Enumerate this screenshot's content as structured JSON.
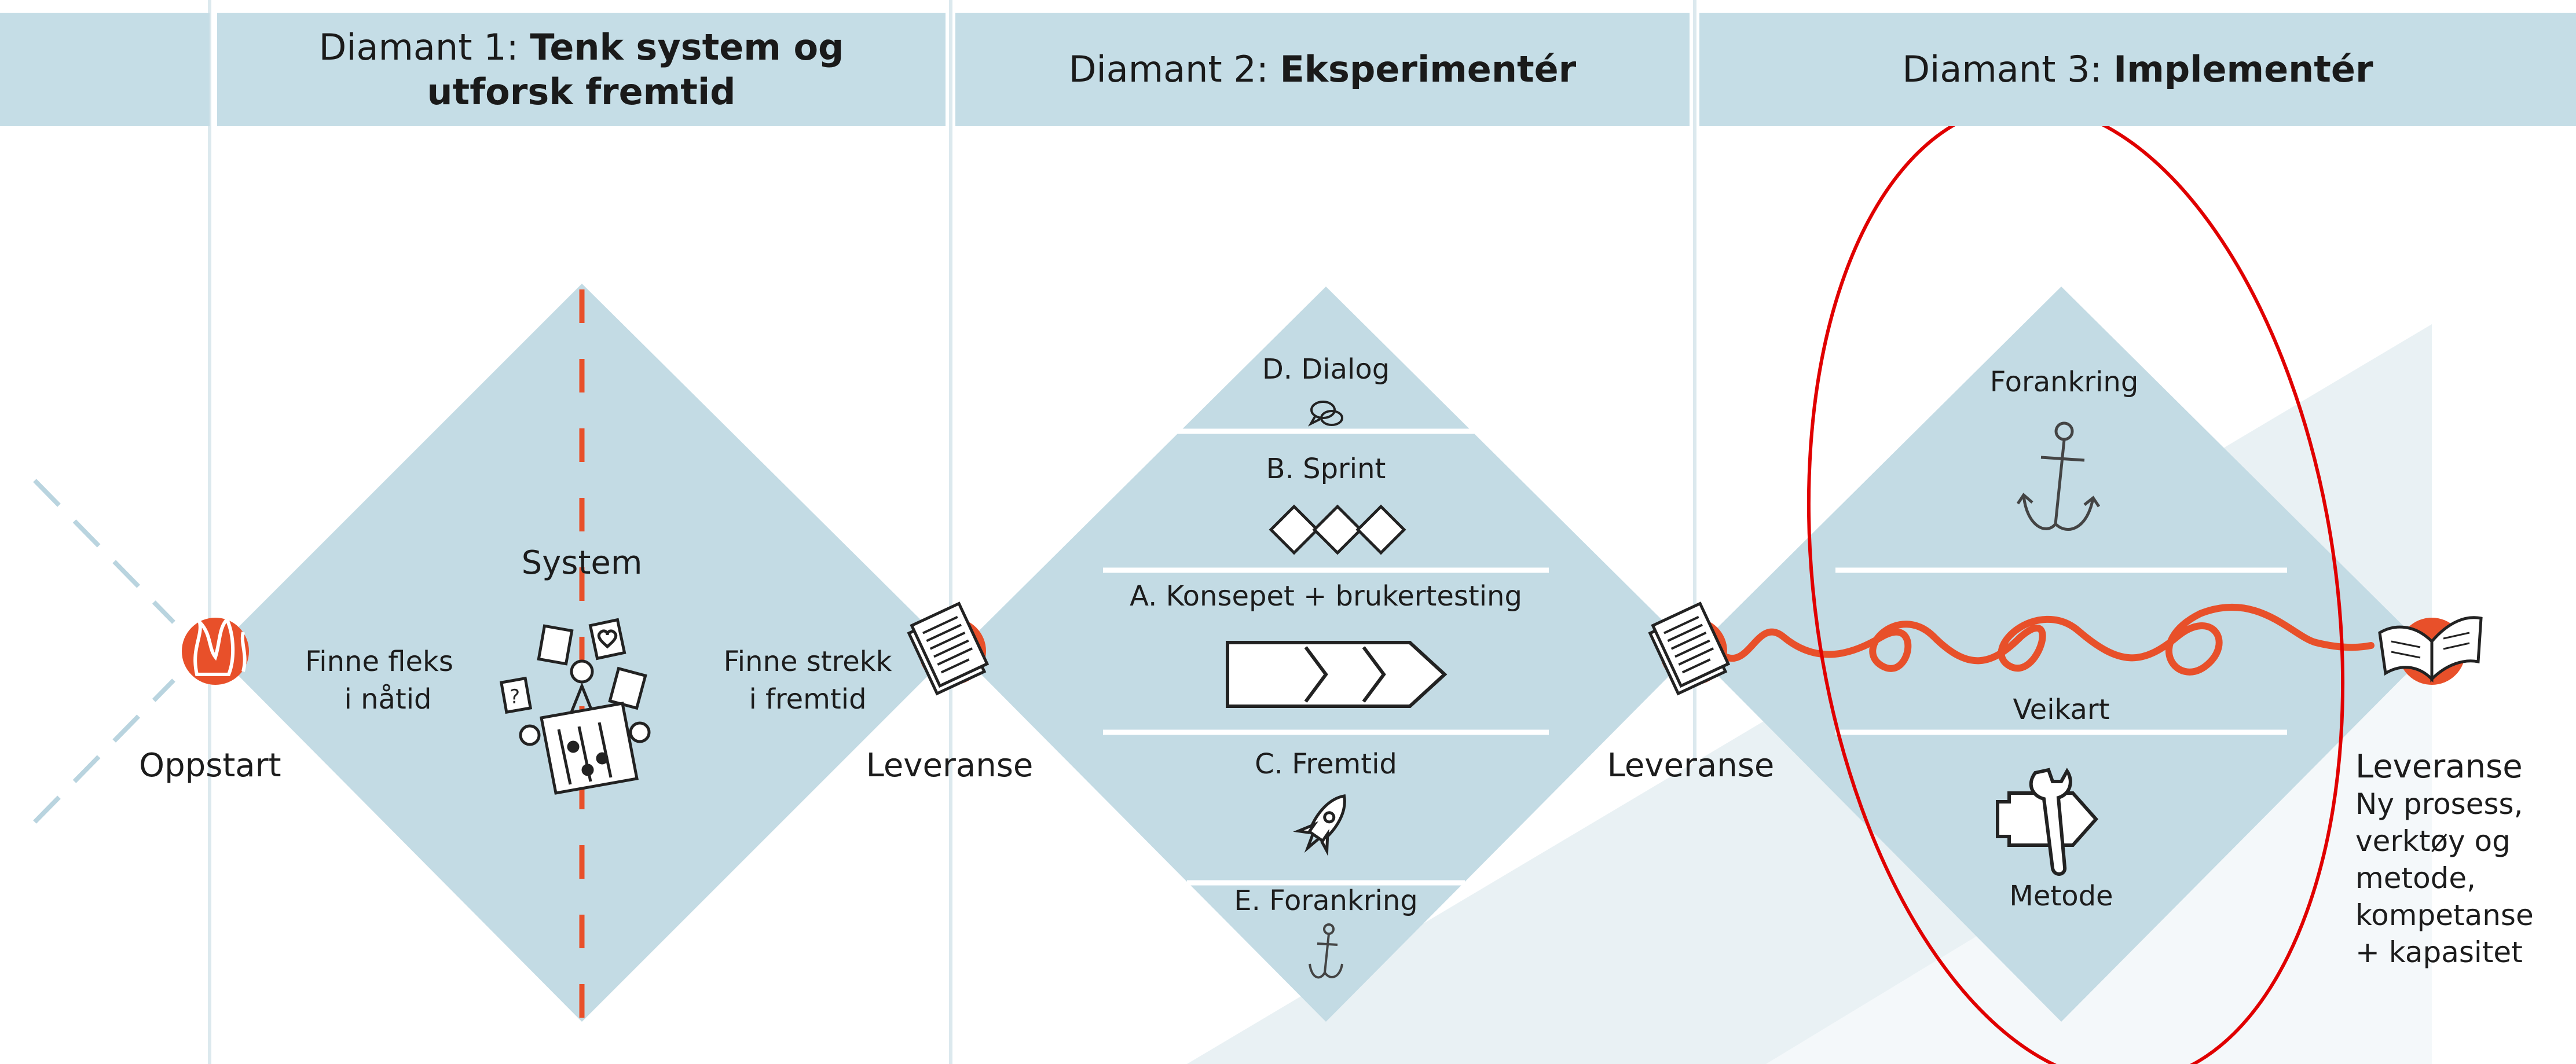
{
  "headers": {
    "diamond1": {
      "prefix": "Diamant 1: ",
      "bold_line1": "Tenk system og",
      "bold_line2": "utforsk fremtid"
    },
    "diamond2": {
      "prefix": "Diamant 2: ",
      "bold": "Eksperimentér"
    },
    "diamond3": {
      "prefix": "Diamant 3: ",
      "bold": "Implementér"
    }
  },
  "milestones": {
    "start": "Oppstart",
    "delivery1": "Leveranse",
    "delivery2": "Leveranse",
    "delivery3": "Leveranse"
  },
  "diamond1": {
    "center_title": "System",
    "left_line1": "Finne fleks",
    "left_line2": "i nåtid",
    "right_line1": "Finne strekk",
    "right_line2": "i fremtid"
  },
  "diamond2": {
    "layers": [
      "D. Dialog",
      "B. Sprint",
      "A. Konsepet + brukertesting",
      "C. Fremtid",
      "E. Forankring"
    ]
  },
  "diamond3": {
    "top": "Forankring",
    "middle": "Veikart",
    "bottom": "Metode"
  },
  "final_delivery": {
    "lines": [
      "Ny prosess,",
      "verktøy og",
      "metode,",
      "kompetanse",
      "+ kapasitet"
    ]
  },
  "colors": {
    "header_bg": "#c5dde6",
    "diamond_fill": "#c3dbe4",
    "accent_orange": "#e8502a",
    "highlight_circle": "#e00000",
    "background_tint": "#e9f1f4"
  },
  "icons": [
    "fire-icon",
    "document-stack-icon",
    "speech-bubbles-icon",
    "three-diamonds-icon",
    "arrow-chevrons-icon",
    "rocket-icon",
    "anchor-icon",
    "signpost-wrench-icon",
    "open-book-icon",
    "people-board-icon"
  ]
}
